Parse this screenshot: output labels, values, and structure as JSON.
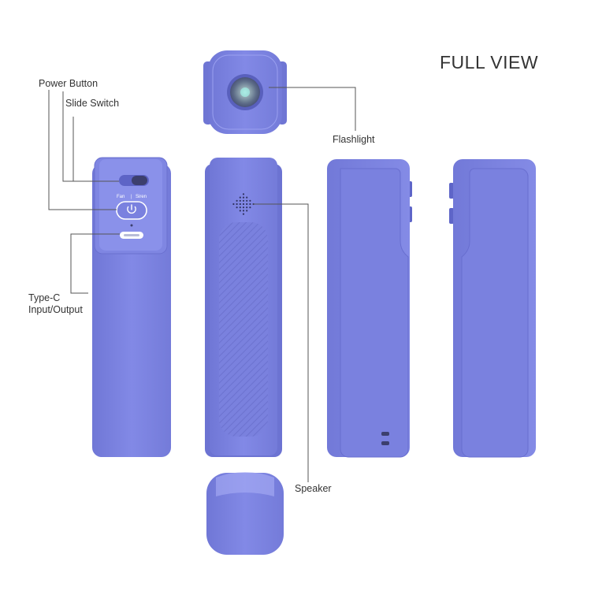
{
  "title": "FULL VIEW",
  "callouts": {
    "power_button": "Power Button",
    "slide_switch": "Slide Switch",
    "flashlight": "Flashlight",
    "type_c_line1": "Type-C",
    "type_c_line2": "Input/Output",
    "speaker": "Speaker"
  },
  "switch_labels": {
    "left": "Fan",
    "right": "Siren"
  },
  "colors": {
    "body": "#7f86e2",
    "body_dark": "#6d73d3",
    "body_light": "#9aa0f0",
    "background": "#ffffff",
    "leader_line": "#555555"
  },
  "icons": [
    "power-icon",
    "usb-c-port-icon",
    "speaker-grille-icon",
    "flashlight-lens-icon"
  ]
}
